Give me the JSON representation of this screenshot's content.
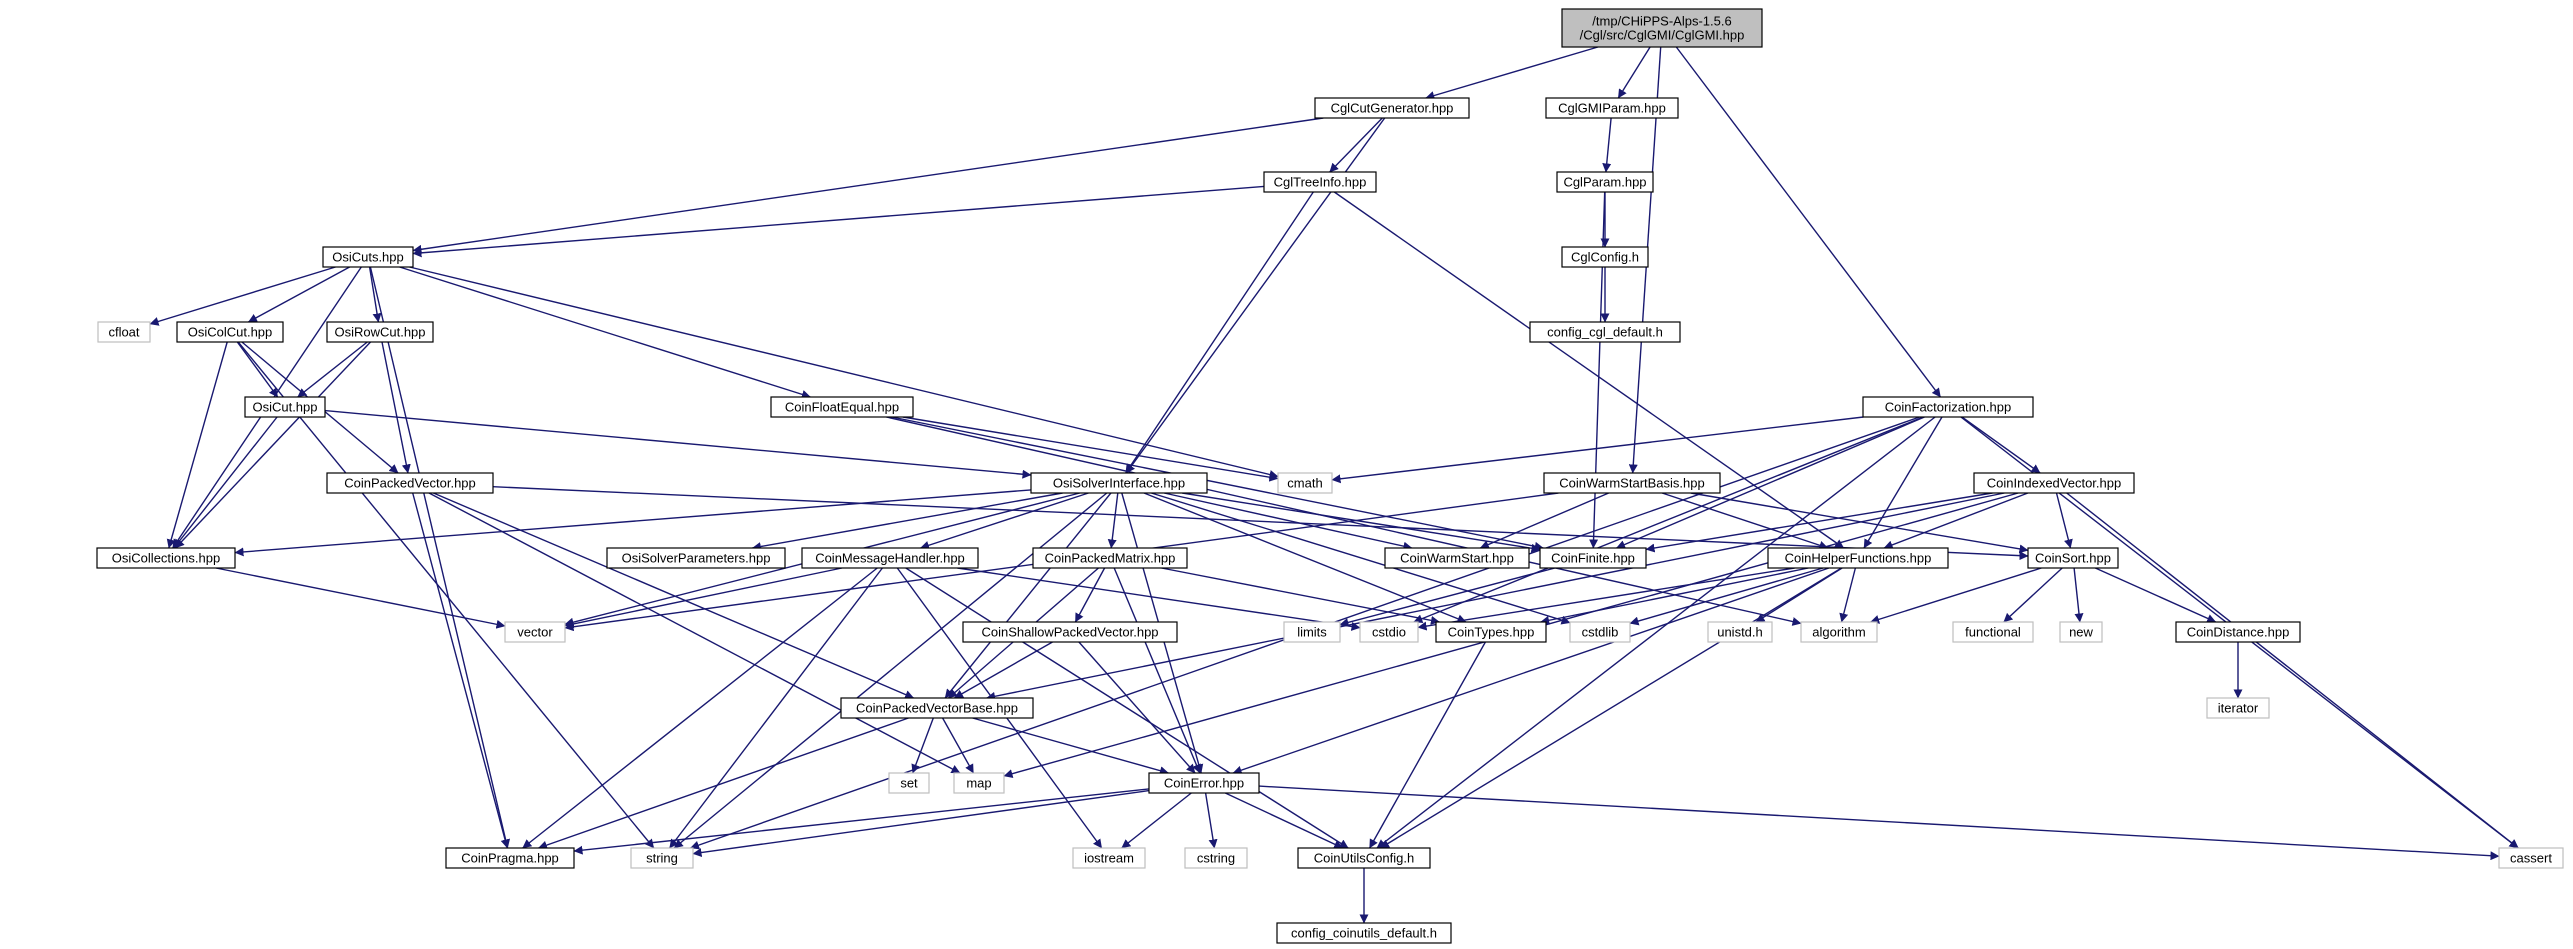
{
  "colors": {
    "edge": "#191970",
    "root_fill": "#bfbfbf",
    "local_border": "#000000",
    "system_border": "#bfbfbf",
    "system_text": "#404040",
    "text": "#000000"
  },
  "graph": {
    "root": "n_root",
    "nodes": [
      {
        "id": "n_root",
        "lines": [
          "/tmp/CHiPPS-Alps-1.5.6",
          "/Cgl/src/CglGMI/CglGMI.hpp"
        ],
        "kind": "root"
      },
      {
        "id": "n_cutgen",
        "lines": [
          "CglCutGenerator.hpp"
        ],
        "kind": "local"
      },
      {
        "id": "n_gmiparam",
        "lines": [
          "CglGMIParam.hpp"
        ],
        "kind": "local"
      },
      {
        "id": "n_treeinfo",
        "lines": [
          "CglTreeInfo.hpp"
        ],
        "kind": "local"
      },
      {
        "id": "n_cglparam",
        "lines": [
          "CglParam.hpp"
        ],
        "kind": "local"
      },
      {
        "id": "n_cglconfig",
        "lines": [
          "CglConfig.h"
        ],
        "kind": "local"
      },
      {
        "id": "n_cfgcgl",
        "lines": [
          "config_cgl_default.h"
        ],
        "kind": "local"
      },
      {
        "id": "n_osicuts",
        "lines": [
          "OsiCuts.hpp"
        ],
        "kind": "local"
      },
      {
        "id": "n_cfloat",
        "lines": [
          "cfloat"
        ],
        "kind": "system"
      },
      {
        "id": "n_osicolcut",
        "lines": [
          "OsiColCut.hpp"
        ],
        "kind": "local"
      },
      {
        "id": "n_osirowcut",
        "lines": [
          "OsiRowCut.hpp"
        ],
        "kind": "local"
      },
      {
        "id": "n_osicut",
        "lines": [
          "OsiCut.hpp"
        ],
        "kind": "local"
      },
      {
        "id": "n_coinfloateq",
        "lines": [
          "CoinFloatEqual.hpp"
        ],
        "kind": "local"
      },
      {
        "id": "n_coinpackedvec",
        "lines": [
          "CoinPackedVector.hpp"
        ],
        "kind": "local"
      },
      {
        "id": "n_osisolver",
        "lines": [
          "OsiSolverInterface.hpp"
        ],
        "kind": "local"
      },
      {
        "id": "n_cmath",
        "lines": [
          "cmath"
        ],
        "kind": "system"
      },
      {
        "id": "n_coinwsbasis",
        "lines": [
          "CoinWarmStartBasis.hpp"
        ],
        "kind": "local"
      },
      {
        "id": "n_coinfact",
        "lines": [
          "CoinFactorization.hpp"
        ],
        "kind": "local"
      },
      {
        "id": "n_coinidxvec",
        "lines": [
          "CoinIndexedVector.hpp"
        ],
        "kind": "local"
      },
      {
        "id": "n_osicoll",
        "lines": [
          "OsiCollections.hpp"
        ],
        "kind": "local"
      },
      {
        "id": "n_osisolparams",
        "lines": [
          "OsiSolverParameters.hpp"
        ],
        "kind": "local"
      },
      {
        "id": "n_coinmsg",
        "lines": [
          "CoinMessageHandler.hpp"
        ],
        "kind": "local"
      },
      {
        "id": "n_coinpackedmat",
        "lines": [
          "CoinPackedMatrix.hpp"
        ],
        "kind": "local"
      },
      {
        "id": "n_coinwarmstart",
        "lines": [
          "CoinWarmStart.hpp"
        ],
        "kind": "local"
      },
      {
        "id": "n_coinfinite",
        "lines": [
          "CoinFinite.hpp"
        ],
        "kind": "local"
      },
      {
        "id": "n_coinhelper",
        "lines": [
          "CoinHelperFunctions.hpp"
        ],
        "kind": "local"
      },
      {
        "id": "n_coinsort",
        "lines": [
          "CoinSort.hpp"
        ],
        "kind": "local"
      },
      {
        "id": "n_vector",
        "lines": [
          "vector"
        ],
        "kind": "system"
      },
      {
        "id": "n_shallow",
        "lines": [
          "CoinShallowPackedVector.hpp"
        ],
        "kind": "local"
      },
      {
        "id": "n_limits",
        "lines": [
          "limits"
        ],
        "kind": "system"
      },
      {
        "id": "n_cstdio",
        "lines": [
          "cstdio"
        ],
        "kind": "system"
      },
      {
        "id": "n_cointypes",
        "lines": [
          "CoinTypes.hpp"
        ],
        "kind": "local"
      },
      {
        "id": "n_cstdlib",
        "lines": [
          "cstdlib"
        ],
        "kind": "system"
      },
      {
        "id": "n_unistd",
        "lines": [
          "unistd.h"
        ],
        "kind": "system"
      },
      {
        "id": "n_algorithm",
        "lines": [
          "algorithm"
        ],
        "kind": "system"
      },
      {
        "id": "n_functional",
        "lines": [
          "functional"
        ],
        "kind": "system"
      },
      {
        "id": "n_new",
        "lines": [
          "new"
        ],
        "kind": "system"
      },
      {
        "id": "n_coindist",
        "lines": [
          "CoinDistance.hpp"
        ],
        "kind": "local"
      },
      {
        "id": "n_iterator",
        "lines": [
          "iterator"
        ],
        "kind": "system"
      },
      {
        "id": "n_cpvbase",
        "lines": [
          "CoinPackedVectorBase.hpp"
        ],
        "kind": "local"
      },
      {
        "id": "n_set",
        "lines": [
          "set"
        ],
        "kind": "system"
      },
      {
        "id": "n_map",
        "lines": [
          "map"
        ],
        "kind": "system"
      },
      {
        "id": "n_coinerror",
        "lines": [
          "CoinError.hpp"
        ],
        "kind": "local"
      },
      {
        "id": "n_coinpragma",
        "lines": [
          "CoinPragma.hpp"
        ],
        "kind": "local"
      },
      {
        "id": "n_string",
        "lines": [
          "string"
        ],
        "kind": "system"
      },
      {
        "id": "n_iostream",
        "lines": [
          "iostream"
        ],
        "kind": "system"
      },
      {
        "id": "n_cstring",
        "lines": [
          "cstring"
        ],
        "kind": "system"
      },
      {
        "id": "n_coinutilscfg",
        "lines": [
          "CoinUtilsConfig.h"
        ],
        "kind": "local"
      },
      {
        "id": "n_cassert",
        "lines": [
          "cassert"
        ],
        "kind": "system"
      },
      {
        "id": "n_cfgcoinutils",
        "lines": [
          "config_coinutils_default.h"
        ],
        "kind": "local"
      }
    ],
    "edges": [
      [
        "n_root",
        "n_cutgen"
      ],
      [
        "n_root",
        "n_gmiparam"
      ],
      [
        "n_root",
        "n_coinwsbasis"
      ],
      [
        "n_root",
        "n_coinfact"
      ],
      [
        "n_cutgen",
        "n_osicuts"
      ],
      [
        "n_cutgen",
        "n_treeinfo"
      ],
      [
        "n_cutgen",
        "n_osisolver"
      ],
      [
        "n_gmiparam",
        "n_cglparam"
      ],
      [
        "n_treeinfo",
        "n_osicuts"
      ],
      [
        "n_treeinfo",
        "n_osisolver"
      ],
      [
        "n_treeinfo",
        "n_coinhelper"
      ],
      [
        "n_cglparam",
        "n_cglconfig"
      ],
      [
        "n_cglparam",
        "n_coinfinite"
      ],
      [
        "n_cglconfig",
        "n_cfgcgl"
      ],
      [
        "n_osicuts",
        "n_cfloat"
      ],
      [
        "n_osicuts",
        "n_osicolcut"
      ],
      [
        "n_osicuts",
        "n_osirowcut"
      ],
      [
        "n_osicuts",
        "n_coinfloateq"
      ],
      [
        "n_osicuts",
        "n_cmath"
      ],
      [
        "n_osicuts",
        "n_osicoll"
      ],
      [
        "n_osicuts",
        "n_coinpragma"
      ],
      [
        "n_osicolcut",
        "n_osicut"
      ],
      [
        "n_osicolcut",
        "n_osicoll"
      ],
      [
        "n_osicolcut",
        "n_coinpackedvec"
      ],
      [
        "n_osicolcut",
        "n_string"
      ],
      [
        "n_osirowcut",
        "n_osicut"
      ],
      [
        "n_osirowcut",
        "n_coinpackedvec"
      ],
      [
        "n_osirowcut",
        "n_osicoll"
      ],
      [
        "n_osicut",
        "n_osicoll"
      ],
      [
        "n_osicut",
        "n_osisolver"
      ],
      [
        "n_coinfloateq",
        "n_cmath"
      ],
      [
        "n_coinfloateq",
        "n_coinfinite"
      ],
      [
        "n_coinfloateq",
        "n_algorithm"
      ],
      [
        "n_coinpackedvec",
        "n_coinpragma"
      ],
      [
        "n_coinpackedvec",
        "n_map"
      ],
      [
        "n_coinpackedvec",
        "n_cpvbase"
      ],
      [
        "n_coinpackedvec",
        "n_coinsort"
      ],
      [
        "n_osisolver",
        "n_osicoll"
      ],
      [
        "n_osisolver",
        "n_osisolparams"
      ],
      [
        "n_osisolver",
        "n_coinmsg"
      ],
      [
        "n_osisolver",
        "n_coinpackedmat"
      ],
      [
        "n_osisolver",
        "n_coinwarmstart"
      ],
      [
        "n_osisolver",
        "n_coinfinite"
      ],
      [
        "n_osisolver",
        "n_vector"
      ],
      [
        "n_osisolver",
        "n_string"
      ],
      [
        "n_osisolver",
        "n_cpvbase"
      ],
      [
        "n_osisolver",
        "n_coinerror"
      ],
      [
        "n_osisolver",
        "n_cointypes"
      ],
      [
        "n_osisolver",
        "n_cstdlib"
      ],
      [
        "n_osicoll",
        "n_vector"
      ],
      [
        "n_coinwsbasis",
        "n_coinwarmstart"
      ],
      [
        "n_coinwsbasis",
        "n_coinsort"
      ],
      [
        "n_coinwsbasis",
        "n_coinhelper"
      ],
      [
        "n_coinwsbasis",
        "n_vector"
      ],
      [
        "n_coinfact",
        "n_cmath"
      ],
      [
        "n_coinfact",
        "n_coinidxvec"
      ],
      [
        "n_coinfact",
        "n_coinhelper"
      ],
      [
        "n_coinfact",
        "n_cstdio"
      ],
      [
        "n_coinfact",
        "n_string"
      ],
      [
        "n_coinfact",
        "n_coinutilscfg"
      ],
      [
        "n_coinfact",
        "n_cassert"
      ],
      [
        "n_coinfact",
        "n_coinfinite"
      ],
      [
        "n_coinidxvec",
        "n_coinfinite"
      ],
      [
        "n_coinidxvec",
        "n_coinsort"
      ],
      [
        "n_coinidxvec",
        "n_coinhelper"
      ],
      [
        "n_coinidxvec",
        "n_cpvbase"
      ],
      [
        "n_coinidxvec",
        "n_map"
      ],
      [
        "n_coinidxvec",
        "n_cassert"
      ],
      [
        "n_coinmsg",
        "n_vector"
      ],
      [
        "n_coinmsg",
        "n_string"
      ],
      [
        "n_coinmsg",
        "n_coinpragma"
      ],
      [
        "n_coinmsg",
        "n_iostream"
      ],
      [
        "n_coinmsg",
        "n_coinutilscfg"
      ],
      [
        "n_coinmsg",
        "n_cstdio"
      ],
      [
        "n_coinpackedmat",
        "n_shallow"
      ],
      [
        "n_coinpackedmat",
        "n_cpvbase"
      ],
      [
        "n_coinpackedmat",
        "n_coinerror"
      ],
      [
        "n_coinpackedmat",
        "n_cointypes"
      ],
      [
        "n_coinfinite",
        "n_limits"
      ],
      [
        "n_coinhelper",
        "n_cointypes"
      ],
      [
        "n_coinhelper",
        "n_cstdlib"
      ],
      [
        "n_coinhelper",
        "n_unistd"
      ],
      [
        "n_coinhelper",
        "n_algorithm"
      ],
      [
        "n_coinhelper",
        "n_coinerror"
      ],
      [
        "n_coinhelper",
        "n_coinutilscfg"
      ],
      [
        "n_coinhelper",
        "n_cstdio"
      ],
      [
        "n_coinsort",
        "n_functional"
      ],
      [
        "n_coinsort",
        "n_new"
      ],
      [
        "n_coinsort",
        "n_coindist"
      ],
      [
        "n_coinsort",
        "n_algorithm"
      ],
      [
        "n_coindist",
        "n_iterator"
      ],
      [
        "n_shallow",
        "n_cpvbase"
      ],
      [
        "n_shallow",
        "n_coinerror"
      ],
      [
        "n_cointypes",
        "n_coinutilscfg"
      ],
      [
        "n_cpvbase",
        "n_set"
      ],
      [
        "n_cpvbase",
        "n_map"
      ],
      [
        "n_cpvbase",
        "n_coinerror"
      ],
      [
        "n_cpvbase",
        "n_coinpragma"
      ],
      [
        "n_coinerror",
        "n_string"
      ],
      [
        "n_coinerror",
        "n_iostream"
      ],
      [
        "n_coinerror",
        "n_cstring"
      ],
      [
        "n_coinerror",
        "n_coinutilscfg"
      ],
      [
        "n_coinerror",
        "n_coinpragma"
      ],
      [
        "n_coinerror",
        "n_cassert"
      ],
      [
        "n_coinutilscfg",
        "n_cfgcoinutils"
      ]
    ]
  }
}
